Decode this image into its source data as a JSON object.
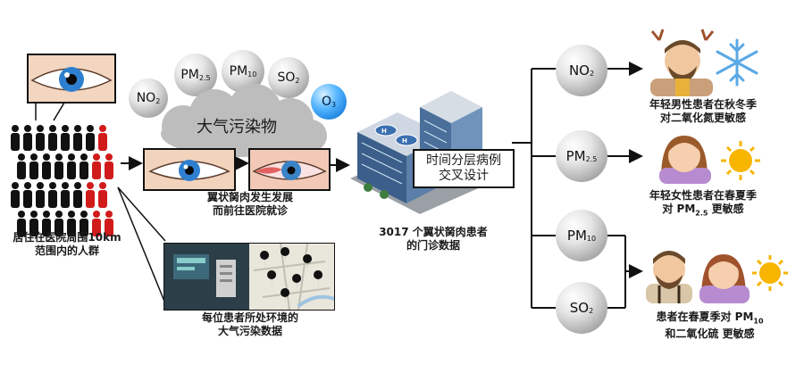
{
  "pollutants_top": [
    {
      "main": "NO",
      "sub": "2"
    },
    {
      "main": "PM",
      "sub": "2.5"
    },
    {
      "main": "PM",
      "sub": "10"
    },
    {
      "main": "SO",
      "sub": "2"
    },
    {
      "main": "O",
      "sub": "3"
    }
  ],
  "cloud_label": "大气污染物",
  "crowd_label_1": "居住在医院周围10km",
  "crowd_label_2": "范围内的人群",
  "eye_label_1": "翼状胬肉发生发展",
  "eye_label_2": "而前往医院就诊",
  "monitor_label_1": "每位患者所处环境的",
  "monitor_label_2": "大气污染数据",
  "hospital_label_1": "3017 个翼状胬肉患者",
  "hospital_label_2": "的门诊数据",
  "design_label_1": "时间分层病例",
  "design_label_2": "交叉设计",
  "pollutants_right": [
    {
      "main": "NO",
      "sub": "2"
    },
    {
      "main": "PM",
      "sub": "2.5"
    },
    {
      "main": "PM",
      "sub": "10"
    },
    {
      "main": "SO",
      "sub": "2"
    }
  ],
  "result_1_line1": "年轻男性患者在秋冬季",
  "result_1_line2": "对二氧化氮更敏感",
  "result_2_line1": "年轻女性患者在春夏季",
  "result_2_line2_pre": "对 PM",
  "result_2_line2_sub": "2.5",
  "result_2_line2_post": " 更敏感",
  "result_3_line1_pre": "患者在春夏季对 PM",
  "result_3_line1_sub": "10",
  "result_3_line2": "和二氧化硫 更敏感",
  "colors": {
    "ball": "#d9d9d9",
    "o3": "#1e90ff",
    "crowd_black": "#111111",
    "crowd_red": "#d11b1b",
    "cloud": "#bdbdbd",
    "sun": "#f7b500",
    "snow": "#5aa9e6"
  }
}
